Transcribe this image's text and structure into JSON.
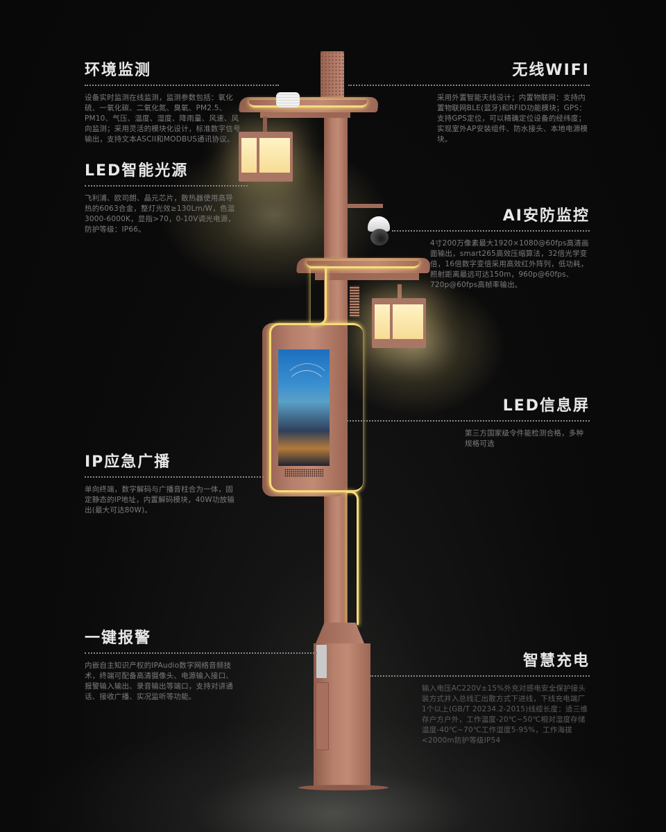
{
  "theme": {
    "background": "#0b0b0b",
    "title_color": "#e8e8e8",
    "desc_color": "#7d7d7d",
    "pole_color": "#b47d69",
    "led_color": "#f6dc7a",
    "lantern_light": "#fff0bc"
  },
  "features": {
    "env_monitor": {
      "title": "环境监测",
      "desc": "设备实时监测在线监测，监测参数包括：氧化硫、一氧化碳、二氧化氮、臭氧、PM2.5、PM10、气压、温度、湿度、降雨量、风速、风向监测；采用灵活的模块化设计，标准数字信号输出，支持文本ASCII和MODBUS通讯协议。",
      "icon": "sensor-icon"
    },
    "led_light": {
      "title": "LED智能光源",
      "desc": "飞利浦、欧司朗、晶元芯片，散热器使用高导热的6063合金，整灯光效≥130Lm/W，色温3000-6000K，显指>70，0-10V调光电源，防护等级：IP66。",
      "icon": "lantern-icon"
    },
    "wifi": {
      "title": "无线WIFI",
      "desc": "采用外置智能天线设计；内置物联网：支持内置物联网BLE(蓝牙)和RFID功能模块；GPS：支持GPS定位，可以精确定位设备的经纬度；实现室外AP安装组件、防水接头、本地电源模块。",
      "icon": "wifi-box-icon"
    },
    "ai_security": {
      "title": "AI安防监控",
      "desc": "4寸200万像素最大1920×1080@60fps高清画面输出，smart265高效压缩算法，32倍光学变倍，16倍数字变倍采用高效红外阵列，低功耗，照射距离最远可达150m，960p@60fps、720p@60fps高帧率输出。",
      "icon": "dome-camera-icon"
    },
    "led_screen": {
      "title": "LED信息屏",
      "desc": "第三方国家级令件能检测合格，多种规格可选",
      "icon": "display-screen-icon"
    },
    "ip_broadcast": {
      "title": "IP应急广播",
      "desc": "单向终端，数字解码与广播音柱合为一体，固定静态的IP地址，内置解码模块，40W功放输出(最大可达80W)。",
      "icon": "speaker-icon"
    },
    "sos_alarm": {
      "title": "一键报警",
      "desc": "内嵌自主知识产权的IPAudio数字网络音频技术，终端可配备高清摄像头、电源输入接口、报警输入输出、录音输出等端口，支持对讲通话、接收广播、实况监听等功能。",
      "icon": "alarm-button-icon"
    },
    "smart_charging": {
      "title": "智慧充电",
      "desc": "输入电压AC220V±15%外充对感电安全保护接头装方式并入总线汇出散方式下进线，下线充电端厂1个以上(GB/T 20234.2-2015)线缆长度：适三维存户方户外，工作温度-20℃~50℃相对湿度存储温度-40℃~70℃工作湿度5-95%，工作海拔<2000m防护等级IP54",
      "icon": "charger-icon"
    }
  }
}
